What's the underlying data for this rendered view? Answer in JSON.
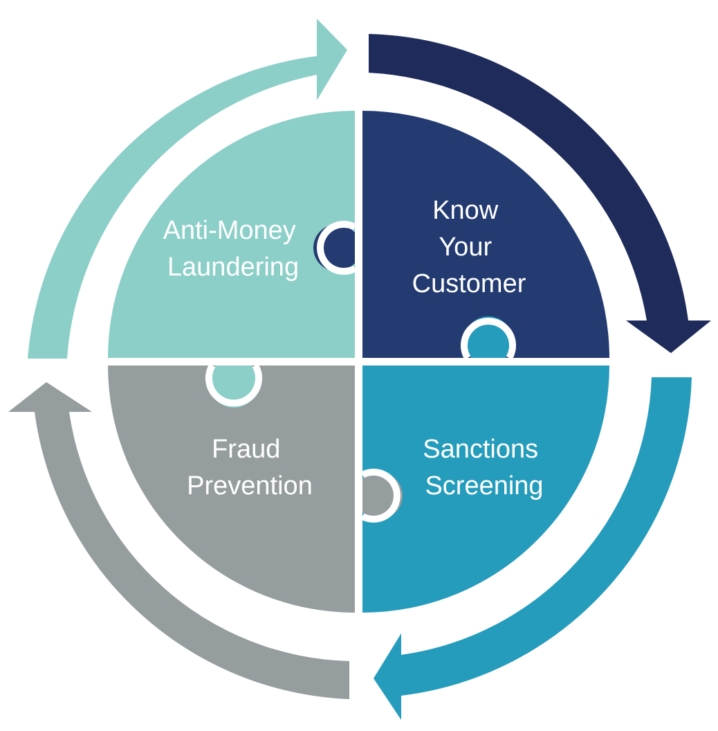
{
  "diagram": {
    "quadrants": [
      {
        "id": "aml",
        "lines": [
          "Anti-Money",
          "Laundering"
        ],
        "color": "#8ccfc8"
      },
      {
        "id": "kyc",
        "lines": [
          "Know",
          "Your",
          "Customer"
        ],
        "color": "#243b72"
      },
      {
        "id": "sanctions",
        "lines": [
          "Sanctions",
          "Screening"
        ],
        "color": "#269cbc"
      },
      {
        "id": "fraud",
        "lines": [
          "Fraud",
          "Prevention"
        ],
        "color": "#969d9f"
      }
    ],
    "arrows": [
      {
        "id": "aml-arrow",
        "color": "#8ccfc8"
      },
      {
        "id": "kyc-arrow",
        "color": "#1f2b5b"
      },
      {
        "id": "sanctions-arrow",
        "color": "#269cbc"
      },
      {
        "id": "fraud-arrow",
        "color": "#969d9f"
      }
    ],
    "background": "#ffffff"
  }
}
